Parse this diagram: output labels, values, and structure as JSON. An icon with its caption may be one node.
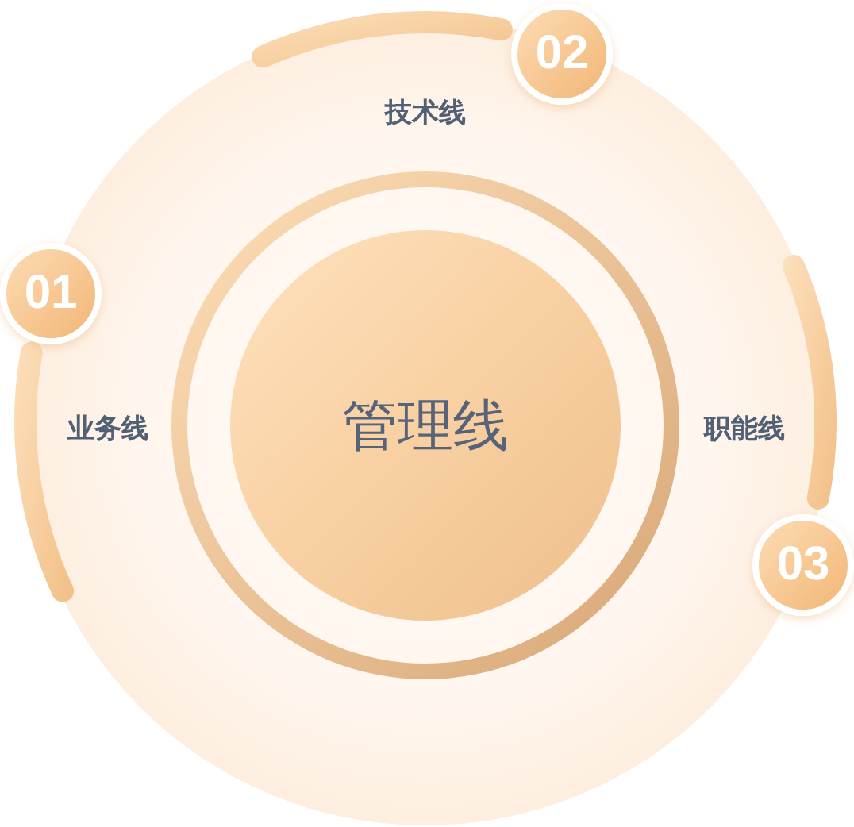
{
  "diagram": {
    "nodes": [
      {
        "text": [
          "01"
        ]
      },
      {
        "text": [
          "02"
        ]
      },
      {
        "text": [
          "03"
        ]
      },
      {
        "text": [
          "管理线"
        ]
      },
      {
        "text": [],
        "shape": "arc",
        "beside": [
          "业务线"
        ]
      },
      {
        "text": [],
        "shape": "arc",
        "beside": [
          "技术线"
        ]
      },
      {
        "text": [],
        "shape": "arc",
        "beside": [
          "职能线"
        ]
      }
    ]
  }
}
